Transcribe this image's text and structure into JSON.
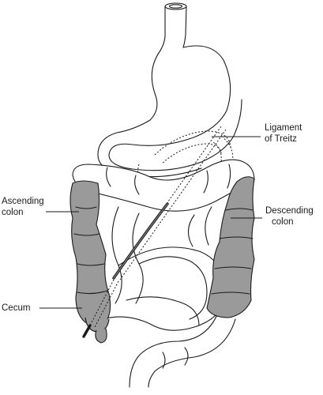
{
  "labels": {
    "ligament_of_treitz": [
      "Ligament",
      "of Treitz"
    ],
    "ascending_colon": [
      "Ascending",
      "colon"
    ],
    "descending_colon": [
      "Descending",
      "colon"
    ],
    "cecum": [
      "Cecum"
    ]
  },
  "colors": {
    "colon_shading": "#9a9a9a",
    "outline": "#1a1a1a",
    "background": "#ffffff"
  }
}
